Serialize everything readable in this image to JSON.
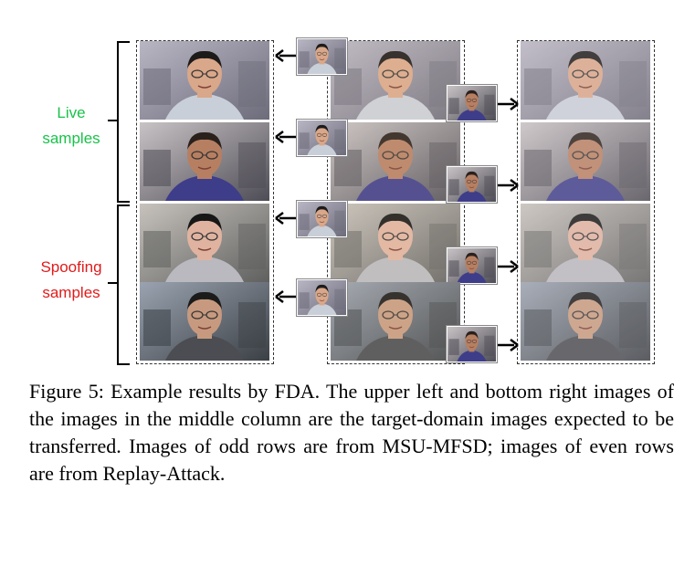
{
  "labels": {
    "live": [
      "Live",
      "samples"
    ],
    "spoof": [
      "Spoofing",
      "samples"
    ]
  },
  "caption": "Figure 5: Example results by FDA. The upper left and bottom right images of the images in the middle column are the target-domain images expected to be transferred. Images of odd rows are from MSU-MFSD; images of even rows are from Replay-Attack.",
  "colors": {
    "live": "#19c24a",
    "spoof": "#e01b1b"
  }
}
